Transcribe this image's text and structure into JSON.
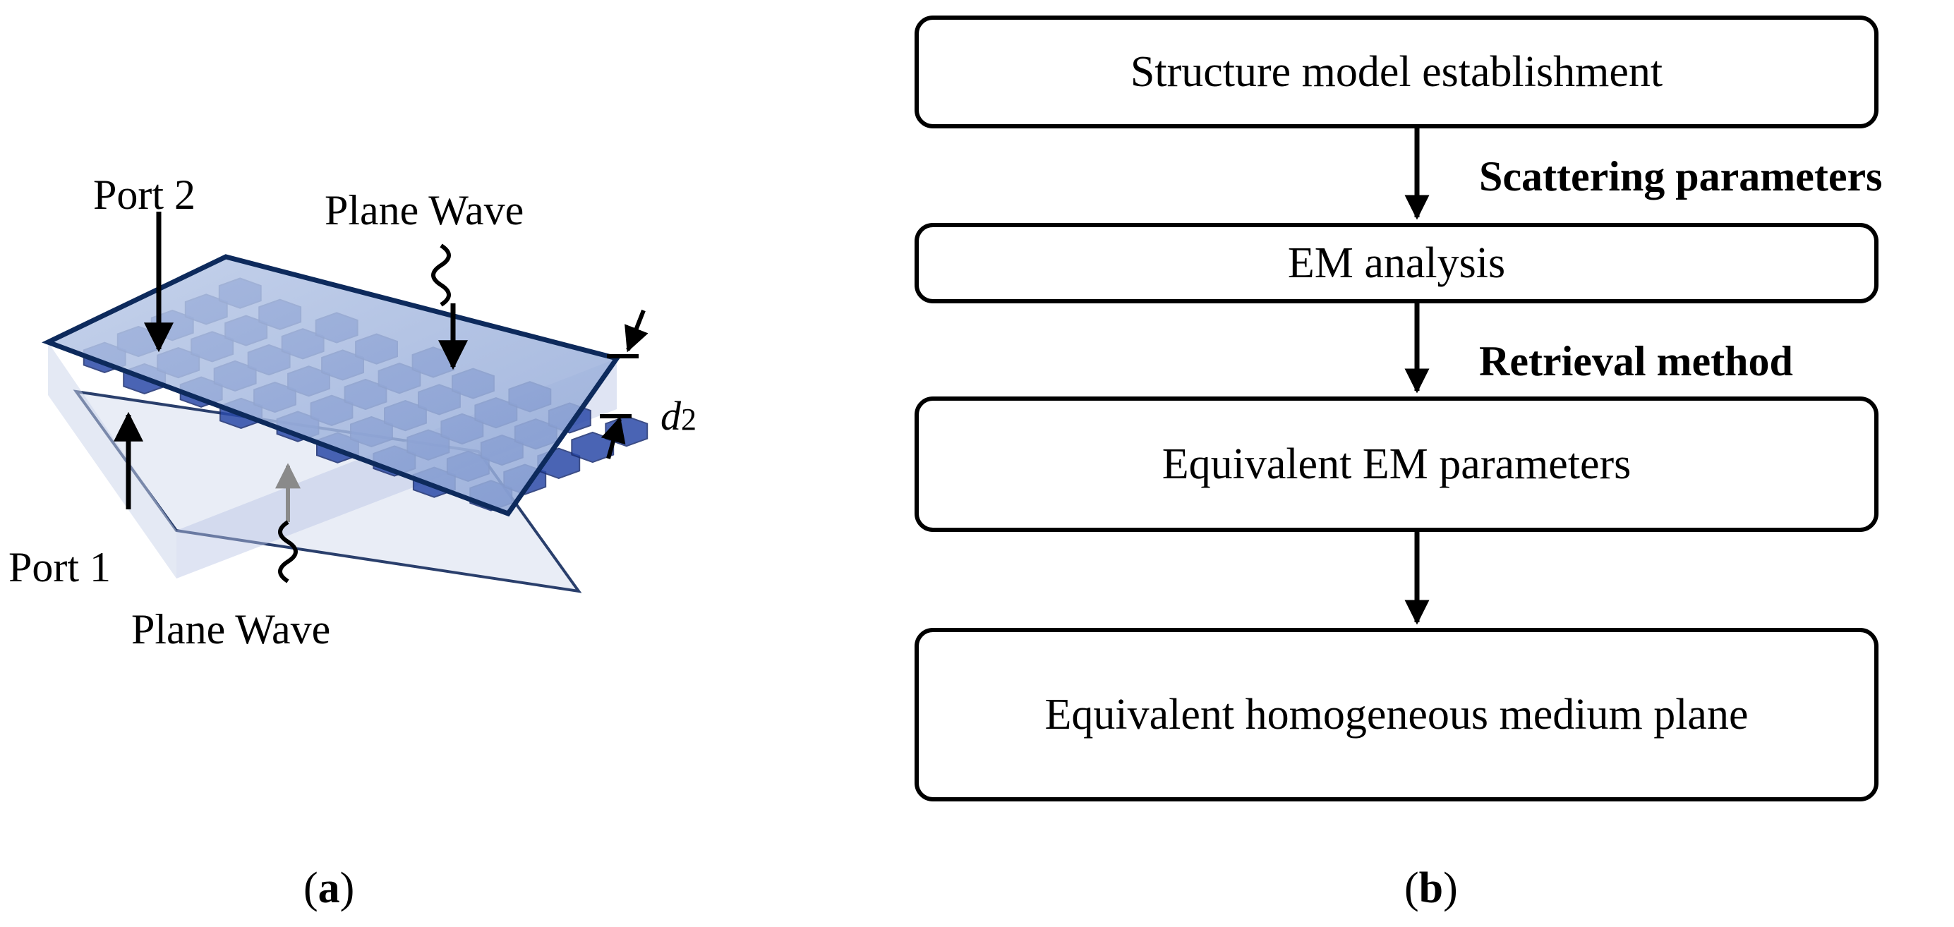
{
  "panel_a": {
    "labels": {
      "port2": "Port 2",
      "plane_wave_top": "Plane Wave",
      "port1": "Port 1",
      "plane_wave_bottom": "Plane Wave",
      "thickness_symbol": "d",
      "thickness_subscript": "2"
    },
    "colors": {
      "cell_blue": "#2a47a6",
      "plate_outline": "#0d2a5c",
      "plate_fill": "#9fb4dc"
    }
  },
  "panel_b": {
    "steps": [
      "Structure model establishment",
      "EM analysis",
      "Equivalent EM parameters",
      "Equivalent homogeneous medium plane"
    ],
    "edge_labels": {
      "scattering": "Scattering parameters",
      "retrieval": "Retrieval method"
    }
  },
  "captions": {
    "a_open": "(",
    "a_letter": "a",
    "a_close": ")",
    "b_open": "(",
    "b_letter": "b",
    "b_close": ")"
  }
}
